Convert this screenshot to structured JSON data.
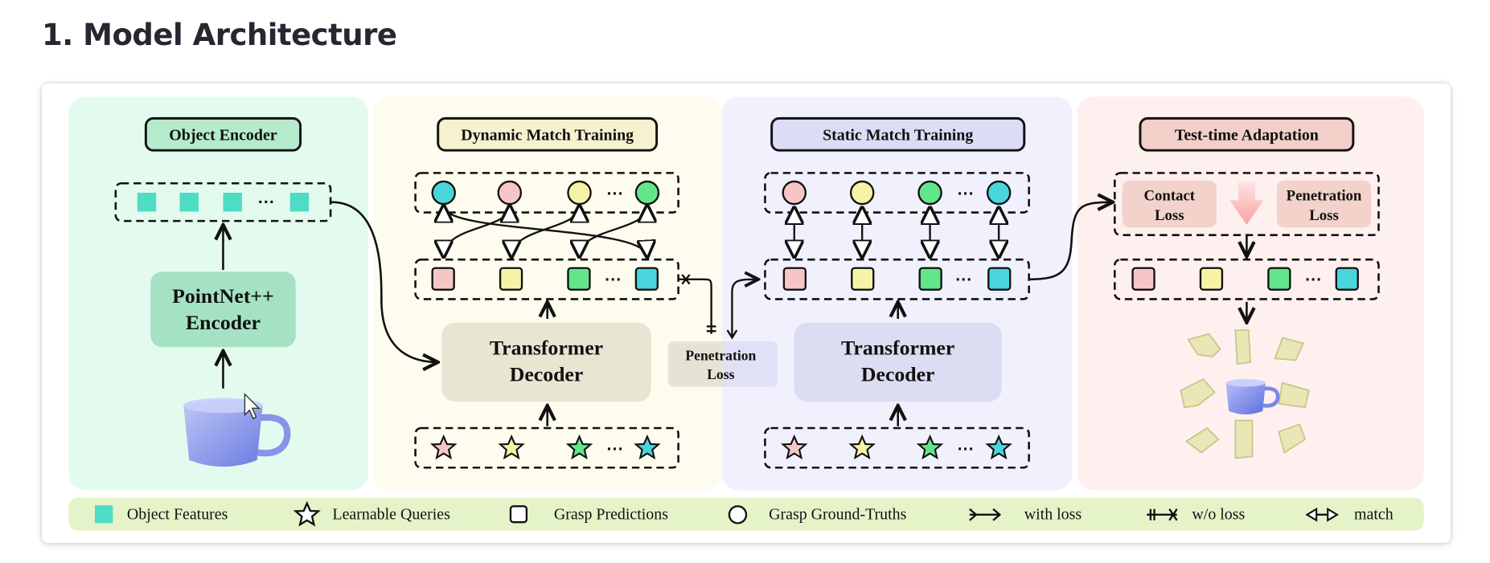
{
  "page": {
    "title": "1. Model Architecture"
  },
  "panels": {
    "object_encoder": {
      "title": "Object Encoder",
      "encoder_line1": "PointNet++",
      "encoder_line2": "Encoder"
    },
    "dynamic_match": {
      "title": "Dynamic Match Training",
      "decoder_line1": "Transformer",
      "decoder_line2": "Decoder"
    },
    "static_match": {
      "title": "Static Match Training",
      "decoder_line1": "Transformer",
      "decoder_line2": "Decoder"
    },
    "test_time": {
      "title": "Test-time Adaptation",
      "contact_line1": "Contact",
      "contact_line2": "Loss",
      "penetration_line1": "Penetration",
      "penetration_line2": "Loss"
    }
  },
  "penetration_loss": {
    "line1": "Penetration",
    "line2": "Loss"
  },
  "ellipsis": "···",
  "legend": {
    "object_features": "Object Features",
    "learnable_queries": "Learnable Queries",
    "grasp_predictions": "Grasp Predictions",
    "grasp_ground_truths": "Grasp Ground-Truths",
    "with_loss": "with loss",
    "wo_loss": "w/o loss",
    "match": "match"
  },
  "colors": {
    "pink": "#f6c6c6",
    "yellow": "#f6f3a6",
    "green": "#63e58a",
    "cyan": "#48d6dc",
    "teal_square": "#4fdcc4",
    "encoder_bg": "#e3fbef",
    "dynamic_bg": "#fdfcef",
    "static_bg": "#f1f1fe",
    "tta_bg": "#fdf0ee",
    "legend_bg": "#e4f4c8"
  }
}
